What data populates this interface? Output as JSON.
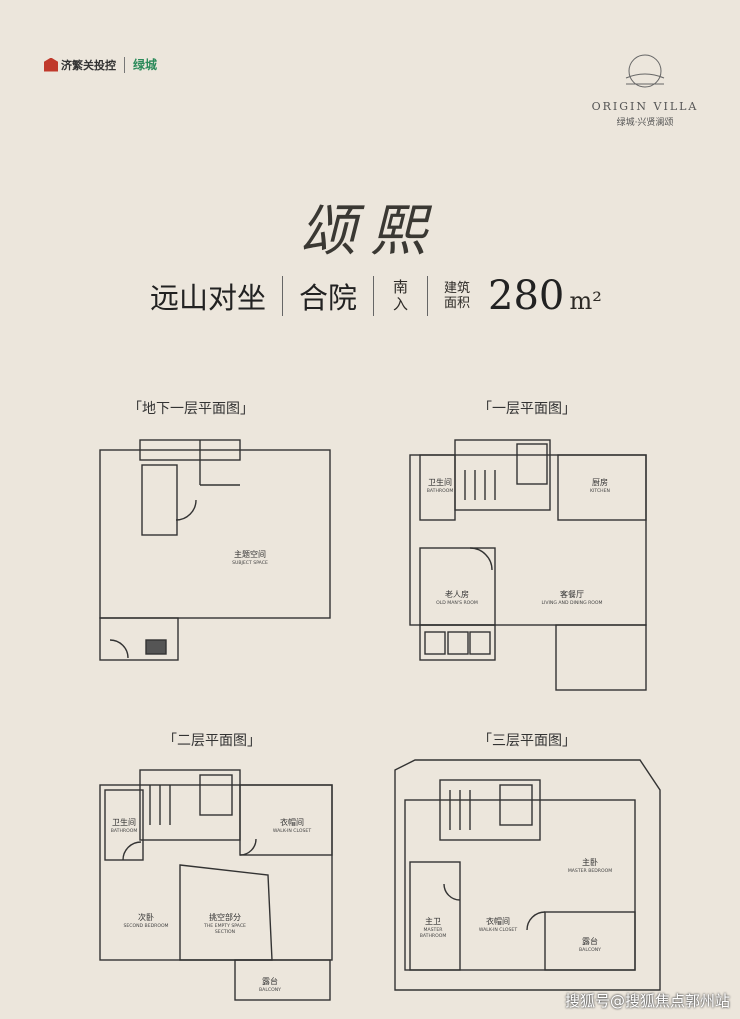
{
  "header": {
    "developer_logo": "济繁关投控",
    "partner_logo": "绿城",
    "brand_en": "ORIGIN VILLA",
    "brand_cn": "绿城·兴贤澜颂"
  },
  "title": "颂熙",
  "features": {
    "tag1": "远山对坐",
    "tag2": "合院",
    "orientation": "南入",
    "area_label": "建筑面积",
    "area_value": "280",
    "area_unit": "m²"
  },
  "plans": [
    {
      "title": "「地下一层平面图」",
      "rooms": [
        {
          "cn": "主题空间",
          "en": "SUBJECT SPACE"
        }
      ]
    },
    {
      "title": "「一层平面图」",
      "rooms": [
        {
          "cn": "卫生间",
          "en": "BATHROOM"
        },
        {
          "cn": "厨房",
          "en": "KITCHEN"
        },
        {
          "cn": "老人房",
          "en": "OLD MAN'S ROOM"
        },
        {
          "cn": "客餐厅",
          "en": "LIVING AND DINING ROOM"
        }
      ]
    },
    {
      "title": "「二层平面图」",
      "rooms": [
        {
          "cn": "卫生间",
          "en": "BATHROOM"
        },
        {
          "cn": "衣帽间",
          "en": "WALK-IN CLOSET"
        },
        {
          "cn": "次卧",
          "en": "SECOND BEDROOM"
        },
        {
          "cn": "挑空部分",
          "en": "THE EMPTY SPACE"
        },
        {
          "cn": "",
          "en": "SECTION"
        },
        {
          "cn": "露台",
          "en": "BALCONY"
        }
      ]
    },
    {
      "title": "「三层平面图」",
      "rooms": [
        {
          "cn": "主卧",
          "en": "MASTER BEDROOM"
        },
        {
          "cn": "主卫",
          "en": "MASTER"
        },
        {
          "cn": "",
          "en": "BATHROOM"
        },
        {
          "cn": "衣帽间",
          "en": "WALK-IN CLOSET"
        },
        {
          "cn": "露台",
          "en": "BALCONY"
        }
      ]
    }
  ],
  "watermark": "搜狐号@搜狐焦点郭州站"
}
